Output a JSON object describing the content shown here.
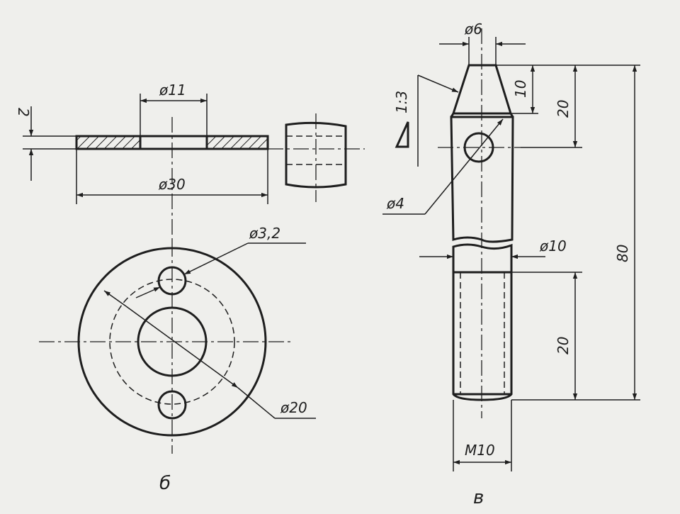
{
  "colors": {
    "paper": "#efefec",
    "ink": "#1e1e1e"
  },
  "labels": {
    "dim_thickness": "2",
    "dim_hole_d": "ø11",
    "dim_outer_d": "ø30",
    "dim_bolt_hole": "ø3,2",
    "dim_bolt_circle": "ø20",
    "view_b_letter": "б",
    "dim_tip_d": "ø6",
    "taper": "1:3",
    "dim_cross_hole": "ø4",
    "dim_shaft_d": "ø10",
    "dim_taper_len": "10",
    "dim_hole_pos": "20",
    "dim_total_len": "80",
    "dim_thread_len": "20",
    "thread": "M10",
    "view_v_letter": "в"
  }
}
